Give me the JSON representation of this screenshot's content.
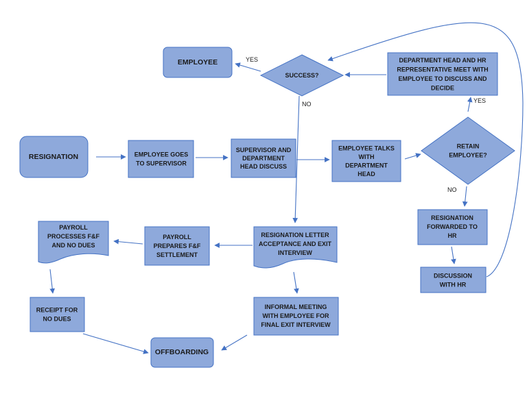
{
  "colors": {
    "fill": "#8EA9DB",
    "stroke": "#4472C4",
    "edge": "#4472C4"
  },
  "nodes": {
    "resignation": [
      "RESIGNATION"
    ],
    "employee_goes": [
      "EMPLOYEE GOES",
      "TO SUPERVISOR"
    ],
    "supervisor_discuss": [
      "SUPERVISOR AND",
      "DEPARTMENT",
      "HEAD DISCUSS"
    ],
    "employee_talks": [
      "EMPLOYEE TALKS",
      "WITH",
      "DEPARTMENT",
      "HEAD"
    ],
    "retain": [
      "RETAIN",
      "EMPLOYEE?"
    ],
    "dept_head_hr": [
      "DEPARTMENT HEAD AND HR",
      "REPRESENTATIVE MEET WITH",
      "EMPLOYEE TO DISCUSS AND",
      "DECIDE"
    ],
    "success": [
      "SUCCESS?"
    ],
    "employee": [
      "EMPLOYEE"
    ],
    "forwarded": [
      "RESIGNATION",
      "FORWARDED TO",
      "HR"
    ],
    "discussion": [
      "DISCUSSION",
      "WITH HR"
    ],
    "acceptance": [
      "RESIGNATION LETTER",
      "ACCEPTANCE AND EXIT",
      "INTERVIEW"
    ],
    "payroll_prepares": [
      "PAYROLL",
      "PREPARES F&F",
      "SETTLEMENT"
    ],
    "payroll_processes": [
      "PAYROLL",
      "PROCESSES F&F",
      "AND NO DUES"
    ],
    "receipt": [
      "RECEIPT FOR",
      "NO DUES"
    ],
    "informal": [
      "INFORMAL MEETING",
      "WITH EMPLOYEE FOR",
      "FINAL EXIT INTERVIEW"
    ],
    "offboarding": [
      "OFFBOARDING"
    ]
  },
  "edge_labels": {
    "yes_success": "YES",
    "no_success": "NO",
    "yes_retain": "YES",
    "no_retain": "NO"
  }
}
